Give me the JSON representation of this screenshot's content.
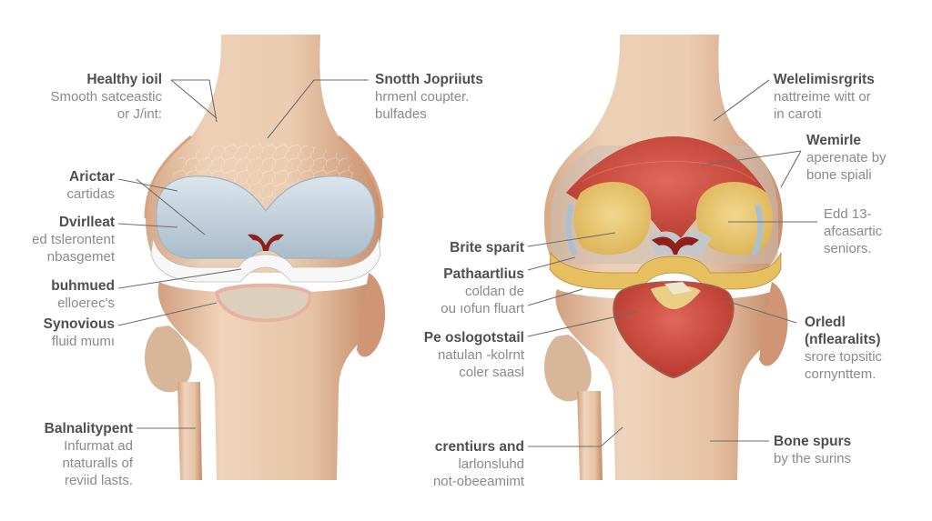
{
  "diagram": {
    "left_panel": "healthy-knee",
    "right_panel": "arthritic-knee",
    "colors": {
      "background": "#ffffff",
      "bone": "#e8c8ab",
      "bone_shadow": "#c99a78",
      "bone_outline": "#d9a27e",
      "cartilage_healthy": "#c9d6e0",
      "cartilage_edge": "#9fb3c2",
      "meniscus_healthy": "#f6f6f6",
      "inflamed_red": "#c8473a",
      "inflamed_light": "#e0675a",
      "worn_cartilage_yellow": "#e9c46a",
      "synovium_pink": "#e9b5a6",
      "label_title": "#4f4f4f",
      "label_text": "#8a8a8a",
      "leader_line": "#6d6d6d"
    }
  },
  "labels": {
    "healthy_joint": {
      "title": "Healthy ioil",
      "lines": [
        "Smooth satceastic",
        "or J/int:"
      ]
    },
    "smooth_joints": {
      "title": "Snotth Jopriiuts",
      "lines": [
        "hrmenl coupter.",
        "bulfades"
      ]
    },
    "articular": {
      "title": "Arictar",
      "lines": [
        "cartidas"
      ]
    },
    "dvirlleat": {
      "title": "Dvirlleat",
      "lines": [
        "ed tslerontent",
        "nbasgemet"
      ]
    },
    "buhmued": {
      "title": "buhmued",
      "lines": [
        "elloerec's"
      ]
    },
    "synovious": {
      "title": "Synovious",
      "lines": [
        "fluid mumı"
      ]
    },
    "balnalitypent": {
      "title": "Balnalitypent",
      "lines": [
        "Infurmat ad",
        "ntaturalls of",
        "reviid lasts."
      ]
    },
    "brite_sparit": {
      "title": "Brite sparit",
      "lines": []
    },
    "pathaartlius": {
      "title": "Pathaartlius",
      "lines": [
        "coldan de",
        "ou ıofun fluart"
      ]
    },
    "pe_oslogotstail": {
      "title": "Pe oslogotstail",
      "lines": [
        "natulan -kolrnt",
        "coler saasl"
      ]
    },
    "crentiurs": {
      "title": "crentiurs and",
      "lines": [
        "larlonsluhd",
        "not-obeeamimt"
      ]
    },
    "welelimisrgrits": {
      "title": "Welelimisrgrits",
      "lines": [
        "nattreime witt or",
        "in caroti"
      ]
    },
    "wemirle": {
      "title": "Wemirle",
      "lines": [
        "aperenate by",
        "bone spiali"
      ]
    },
    "edd13": {
      "title": "",
      "lines": [
        "Edd 13-",
        "afcasartic",
        "seniors."
      ]
    },
    "orledl": {
      "title": "Orledl",
      "lines": [
        "(nflearalits)",
        "srore topsitic",
        "cornynttem."
      ]
    },
    "bone_spurs": {
      "title": "Bone spurs",
      "lines": [
        "by the surins"
      ]
    }
  }
}
